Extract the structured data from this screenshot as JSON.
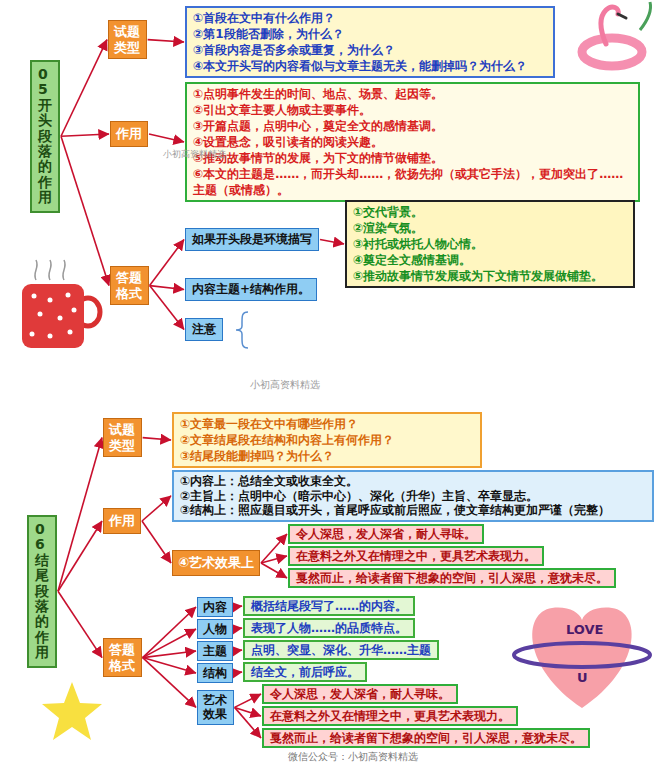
{
  "diagram": {
    "nodes": [
      {
        "text": [
          "05开头段落的作用"
        ]
      },
      {
        "text": [
          "试题类型"
        ]
      },
      {
        "text": [
          "①首段在文中有什么作用？",
          "②第1段能否删除，为什么？",
          "③首段内容是否多余或重复，为什么？",
          "④本文开头写的内容看似与文章主题无关，能删掉吗？为什么？"
        ]
      },
      {
        "text": [
          "作用"
        ]
      },
      {
        "text": [
          "①点明事件发生的时间、地点、场景、起因等。",
          "②引出文章主要人物或主要事件。",
          "③开篇点题，点明中心，奠定全文的感情基调。",
          "④设置悬念，吸引读者的阅读兴趣。",
          "⑤推动故事情节的发展，为下文的情节做铺垫。",
          "⑥本文的主题是……，而开头却……，欲扬先抑（或其它手法），更加突出了……主题（或情感）。"
        ]
      },
      {
        "text": [
          "答题格式"
        ]
      },
      {
        "text": [
          "如果开头段是环境描写"
        ]
      },
      {
        "text": [
          "①交代背景。",
          "②渲染气氛。",
          "③衬托或烘托人物心情。",
          "④奠定全文感情基调。",
          "⑤推动故事情节发展或为下文情节发展做铺垫。"
        ]
      },
      {
        "text": [
          "内容主题+结构作用。"
        ]
      },
      {
        "text": [
          "注意"
        ]
      },
      {
        "text": [
          "06结尾段落的作用"
        ]
      },
      {
        "text": [
          "试题类型"
        ]
      },
      {
        "text": [
          "①文章最一段在文中有哪些作用？",
          "②文章结尾段在结构和内容上有何作用？",
          "③结尾段能删掉吗？为什么？"
        ]
      },
      {
        "text": [
          "作用"
        ]
      },
      {
        "text": [
          "①内容上：总结全文或收束全文。",
          "②主旨上：点明中心（暗示中心）、深化（升华）主旨、卒章显志。",
          "③结构上：照应题目或开头，首尾呼应或前后照应，使文章结构更加严谨（完整）"
        ]
      },
      {
        "text": [
          "④艺术效果上"
        ]
      },
      {
        "text": [
          "令人深思，发人深省，耐人寻味。"
        ]
      },
      {
        "text": [
          "在意料之外又在情理之中，更具艺术表现力。"
        ]
      },
      {
        "text": [
          "戛然而止，给读者留下想象的空间，引人深思，意犹未尽。"
        ]
      },
      {
        "text": [
          "答题格式"
        ]
      },
      {
        "text": [
          "内容"
        ]
      },
      {
        "text": [
          "概括结尾段写了……的内容。"
        ]
      },
      {
        "text": [
          "人物"
        ]
      },
      {
        "text": [
          "表现了人物……的品质特点。"
        ]
      },
      {
        "text": [
          "主题"
        ]
      },
      {
        "text": [
          "点明、突显、深化、升华……主题"
        ]
      },
      {
        "text": [
          "结构"
        ]
      },
      {
        "text": [
          "结全文，前后呼应。"
        ]
      },
      {
        "text": [
          "艺术效果"
        ]
      },
      {
        "text": [
          "令人深思，发人深省，耐人寻味。"
        ]
      },
      {
        "text": [
          "在意料之外又在情理之中，更具艺术表现力。"
        ]
      },
      {
        "text": [
          "戛然而止，给读者留下想象的空间，引人深思，意犹未尽。"
        ]
      }
    ],
    "edges": [
      {
        "from": 0,
        "to": 1,
        "arrow": "to"
      },
      {
        "from": 0,
        "to": 3,
        "arrow": "to"
      },
      {
        "from": 0,
        "to": 5,
        "arrow": "to"
      },
      {
        "from": 1,
        "to": 2,
        "arrow": "to"
      },
      {
        "from": 3,
        "to": 4,
        "arrow": "to"
      },
      {
        "from": 5,
        "to": 6,
        "arrow": "to"
      },
      {
        "from": 5,
        "to": 8,
        "arrow": "to"
      },
      {
        "from": 5,
        "to": 9,
        "arrow": "to"
      },
      {
        "from": 6,
        "to": 7,
        "arrow": "to"
      },
      {
        "from": 10,
        "to": 11,
        "arrow": "to"
      },
      {
        "from": 10,
        "to": 13,
        "arrow": "to"
      },
      {
        "from": 10,
        "to": 19,
        "arrow": "to"
      },
      {
        "from": 11,
        "to": 12,
        "arrow": "to"
      },
      {
        "from": 13,
        "to": 14,
        "arrow": "to"
      },
      {
        "from": 13,
        "to": 15,
        "arrow": "to"
      },
      {
        "from": 15,
        "to": 16,
        "arrow": "to"
      },
      {
        "from": 15,
        "to": 17,
        "arrow": "to"
      },
      {
        "from": 15,
        "to": 18,
        "arrow": "to"
      },
      {
        "from": 19,
        "to": 20,
        "arrow": "to"
      },
      {
        "from": 19,
        "to": 22,
        "arrow": "to"
      },
      {
        "from": 19,
        "to": 24,
        "arrow": "to"
      },
      {
        "from": 19,
        "to": 26,
        "arrow": "to"
      },
      {
        "from": 19,
        "to": 28,
        "arrow": "to"
      },
      {
        "from": 20,
        "to": 21,
        "arrow": "to"
      },
      {
        "from": 22,
        "to": 23,
        "arrow": "to"
      },
      {
        "from": 24,
        "to": 25,
        "arrow": "to"
      },
      {
        "from": 26,
        "to": 27,
        "arrow": "to"
      },
      {
        "from": 28,
        "to": 29,
        "arrow": "to"
      },
      {
        "from": 28,
        "to": 30,
        "arrow": "to"
      },
      {
        "from": 28,
        "to": 31,
        "arrow": "to"
      }
    ],
    "labels": [
      "小初高资料精选",
      "小初高资料精选",
      "LOVE",
      "U",
      "微信公众号：小初高资料精选"
    ]
  }
}
